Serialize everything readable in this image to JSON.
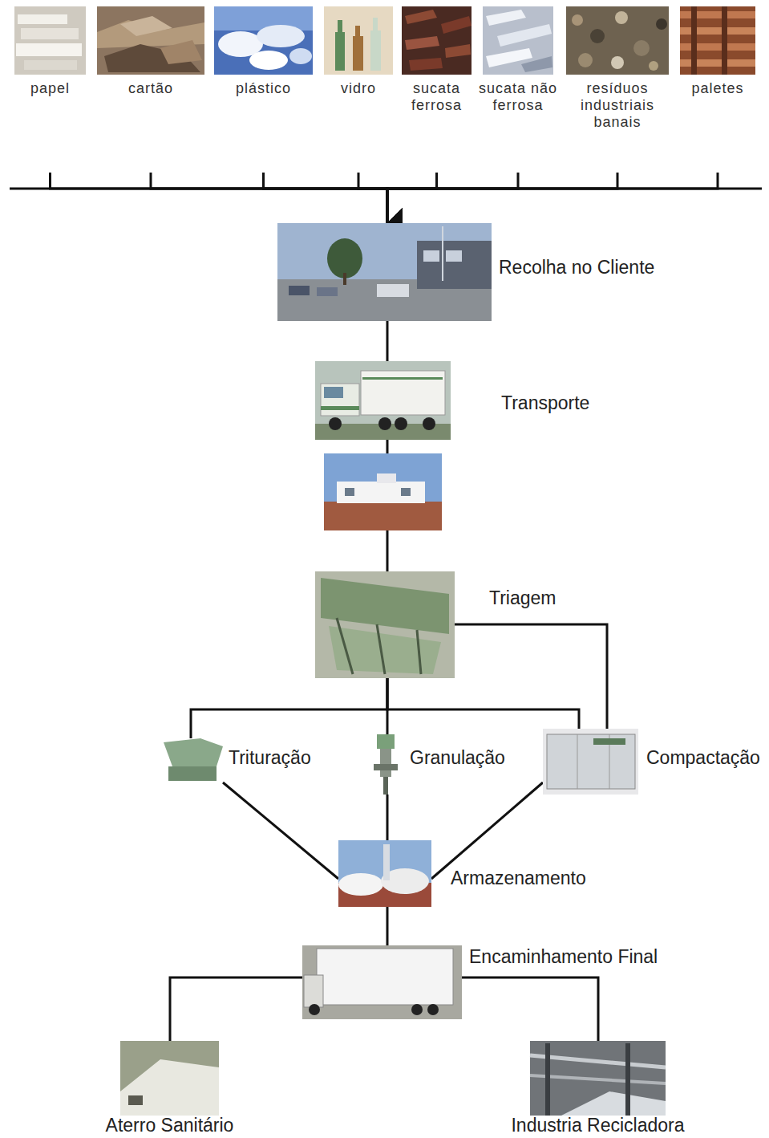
{
  "diagram": {
    "nodes": [
      {
        "text": [
          "papel"
        ]
      },
      {
        "text": [
          "cartão"
        ]
      },
      {
        "text": [
          "plástico"
        ]
      },
      {
        "text": [
          "vidro"
        ]
      },
      {
        "text": [
          "sucata ferrosa"
        ]
      },
      {
        "text": [
          "sucata não ferrosa"
        ]
      },
      {
        "text": [
          "resíduos industriais banais"
        ]
      },
      {
        "text": [
          "paletes"
        ]
      },
      {
        "text": [
          "Recolha no Cliente"
        ]
      },
      {
        "text": [
          "Transporte"
        ]
      },
      {
        "text": [
          "Triagem"
        ]
      },
      {
        "text": [
          "Trituração"
        ]
      },
      {
        "text": [
          "Granulação"
        ]
      },
      {
        "text": [
          "Compactação"
        ]
      },
      {
        "text": [
          "Armazenamento"
        ]
      },
      {
        "text": [
          "Encaminhamento Final"
        ]
      },
      {
        "text": [
          "Aterro Sanitário"
        ]
      },
      {
        "text": [
          "Industria Recicladora"
        ]
      }
    ],
    "edges": [
      {
        "from": 0,
        "to": 8,
        "arrow": "to"
      },
      {
        "from": 1,
        "to": 8,
        "arrow": "to"
      },
      {
        "from": 2,
        "to": 8,
        "arrow": "to"
      },
      {
        "from": 3,
        "to": 8,
        "arrow": "to"
      },
      {
        "from": 4,
        "to": 8,
        "arrow": "to"
      },
      {
        "from": 5,
        "to": 8,
        "arrow": "to"
      },
      {
        "from": 6,
        "to": 8,
        "arrow": "to"
      },
      {
        "from": 7,
        "to": 8,
        "arrow": "to"
      },
      {
        "from": 8,
        "to": 9,
        "arrow": "none"
      },
      {
        "from": 9,
        "to": 10,
        "arrow": "none"
      },
      {
        "from": 10,
        "to": 11,
        "arrow": "none"
      },
      {
        "from": 10,
        "to": 12,
        "arrow": "none"
      },
      {
        "from": 10,
        "to": 13,
        "arrow": "none"
      },
      {
        "from": 10,
        "to": 13,
        "arrow": "none"
      },
      {
        "from": 11,
        "to": 14,
        "arrow": "none"
      },
      {
        "from": 12,
        "to": 14,
        "arrow": "none"
      },
      {
        "from": 13,
        "to": 14,
        "arrow": "none"
      },
      {
        "from": 14,
        "to": 15,
        "arrow": "none"
      },
      {
        "from": 15,
        "to": 16,
        "arrow": "none"
      },
      {
        "from": 15,
        "to": 17,
        "arrow": "none"
      }
    ]
  }
}
